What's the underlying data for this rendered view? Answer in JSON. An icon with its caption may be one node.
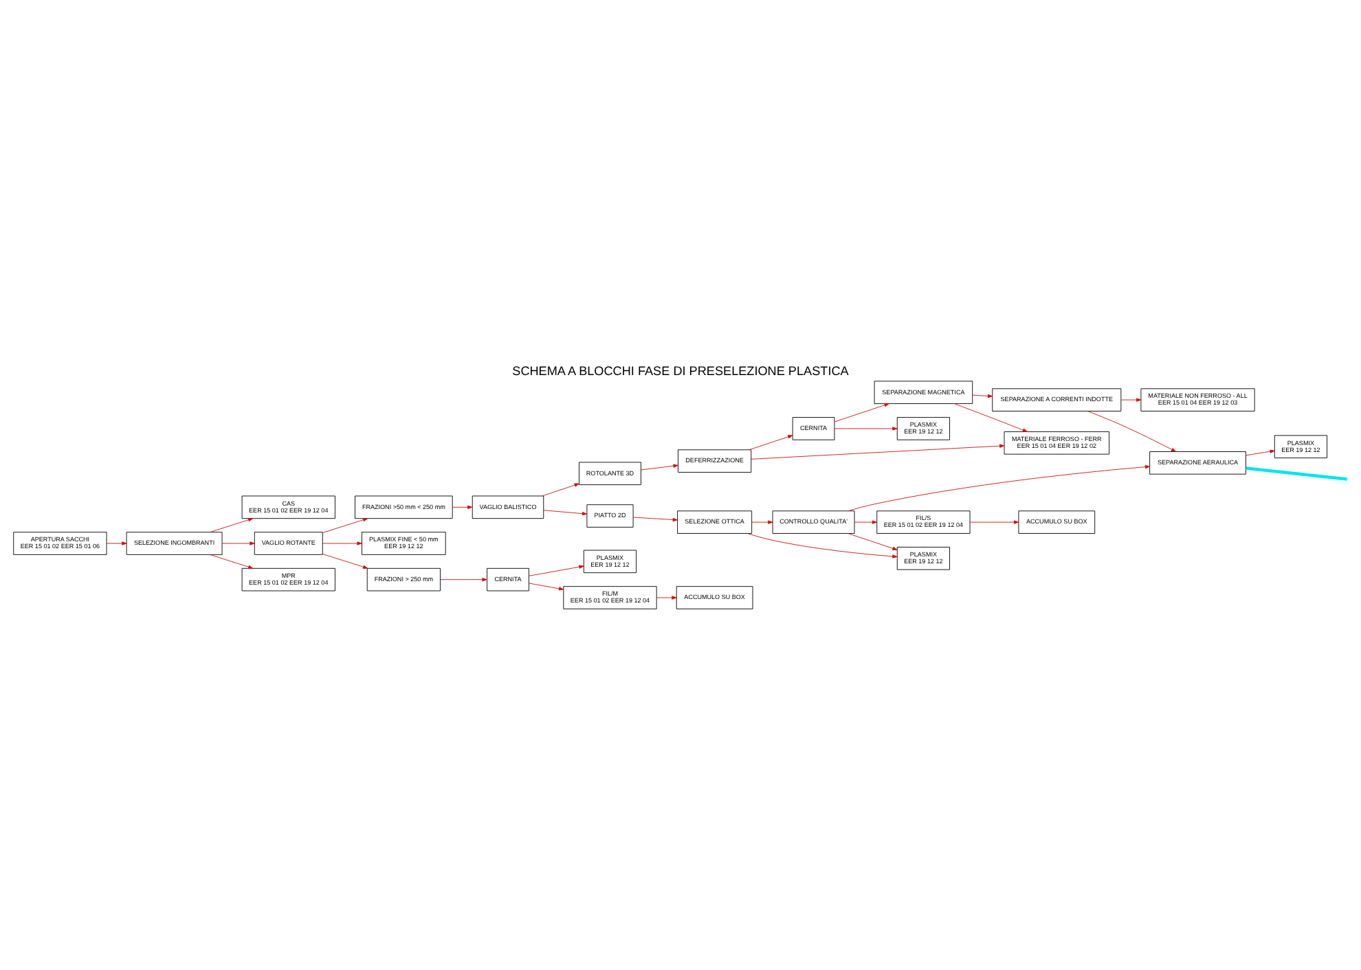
{
  "diagram": {
    "title": "SCHEMA A BLOCCHI FASE DI PRESELEZIONE PLASTICA",
    "nodes": [
      {
        "text": [
          "DEFERRIZZAZIONE"
        ]
      },
      {
        "text": [
          "CERNITA"
        ]
      },
      {
        "text": [
          "SEPARAZIONE MAGNETICA"
        ]
      },
      {
        "text": [
          "SEPARAZIONE A CORRENTI INDOTTE"
        ]
      },
      {
        "text": [
          "SEPARAZIONE AERAULICA"
        ]
      },
      {
        "text": [
          "MATERIALE FERROSO - FERR",
          "EER 15 01 04 EER 19 12 02"
        ]
      },
      {
        "text": [
          "PLASMIX",
          "EER 19 12 12"
        ]
      },
      {
        "text": [
          "MATERIALE NON FERROSO - ALL",
          "EER 15 01 04 EER 19 12 03"
        ]
      },
      {
        "text": [
          "PLASMIX",
          "EER 19 12 12"
        ]
      },
      {
        "text": [
          "ROTOLANTE 3D"
        ]
      },
      {
        "text": [
          "VAGLIO BALISTICO"
        ]
      },
      {
        "text": [
          "PIATTO 2D"
        ]
      },
      {
        "text": [
          "SELEZIONE OTTICA"
        ]
      },
      {
        "text": [
          "CONTROLLO QUALITA'"
        ]
      },
      {
        "text": [
          "FIL/S",
          "EER 15 01 02 EER 19 12 04"
        ]
      },
      {
        "text": [
          "ACCUMULO SU BOX"
        ]
      },
      {
        "text": [
          "PLASMIX",
          "EER 19 12 12"
        ]
      },
      {
        "text": [
          "FRAZIONI >50 mm < 250 mm"
        ]
      },
      {
        "text": [
          "CAS",
          "EER 15 01 02 EER 19 12 04"
        ]
      },
      {
        "text": [
          "APERTURA SACCHI",
          "EER 15 01 02 EER 15 01 06"
        ]
      },
      {
        "text": [
          "SELEZIONE INGOMBRANTI"
        ]
      },
      {
        "text": [
          "VAGLIO ROTANTE"
        ]
      },
      {
        "text": [
          "PLASMIX FINE < 50 mm",
          "EER 19 12 12"
        ]
      },
      {
        "text": [
          "MPR",
          "EER 15 01 02 EER 19 12 04"
        ]
      },
      {
        "text": [
          "FRAZIONI > 250 mm"
        ]
      },
      {
        "text": [
          "PLASMIX",
          "EER 19 12 12"
        ]
      },
      {
        "text": [
          "CERNITA"
        ]
      },
      {
        "text": [
          "FIL/M",
          "EER 15 01 02 EER 19 12 04"
        ]
      },
      {
        "text": [
          "ACCUMULO SU BOX"
        ]
      }
    ],
    "edges": [
      {
        "from": 0,
        "to": 1,
        "arrow": "to"
      },
      {
        "from": 1,
        "to": 2,
        "arrow": "to"
      },
      {
        "from": 2,
        "to": 3,
        "arrow": "to"
      },
      {
        "from": 3,
        "to": 4,
        "arrow": "to"
      },
      {
        "from": 0,
        "to": 5,
        "arrow": "to"
      },
      {
        "from": 1,
        "to": 6,
        "arrow": "to"
      },
      {
        "from": 2,
        "to": 5,
        "arrow": "to"
      },
      {
        "from": 3,
        "to": 7,
        "arrow": "to"
      },
      {
        "from": 4,
        "to": 8,
        "arrow": "to"
      },
      {
        "from": 4,
        "to": null,
        "arrow": "none",
        "style": "thick",
        "color": "#00e5ee"
      },
      {
        "from": 13,
        "to": 4,
        "arrow": "to"
      },
      {
        "from": 9,
        "to": 0,
        "arrow": "to"
      },
      {
        "from": 10,
        "to": 9,
        "arrow": "to"
      },
      {
        "from": 10,
        "to": 11,
        "arrow": "to"
      },
      {
        "from": 11,
        "to": 12,
        "arrow": "to"
      },
      {
        "from": 12,
        "to": 13,
        "arrow": "to"
      },
      {
        "from": 13,
        "to": 14,
        "arrow": "to"
      },
      {
        "from": 14,
        "to": 15,
        "arrow": "to"
      },
      {
        "from": 12,
        "to": 16,
        "arrow": "to"
      },
      {
        "from": 13,
        "to": 16,
        "arrow": "to"
      },
      {
        "from": 17,
        "to": 10,
        "arrow": "to"
      },
      {
        "from": 21,
        "to": 17,
        "arrow": "to"
      },
      {
        "from": 19,
        "to": 20,
        "arrow": "to"
      },
      {
        "from": 20,
        "to": 18,
        "arrow": "to"
      },
      {
        "from": 20,
        "to": 23,
        "arrow": "to"
      },
      {
        "from": 20,
        "to": 21,
        "arrow": "to"
      },
      {
        "from": 21,
        "to": 22,
        "arrow": "to"
      },
      {
        "from": 21,
        "to": 24,
        "arrow": "to"
      },
      {
        "from": 24,
        "to": 26,
        "arrow": "to"
      },
      {
        "from": 26,
        "to": 25,
        "arrow": "to"
      },
      {
        "from": 26,
        "to": 27,
        "arrow": "to"
      },
      {
        "from": 27,
        "to": 28,
        "arrow": "to"
      }
    ]
  }
}
